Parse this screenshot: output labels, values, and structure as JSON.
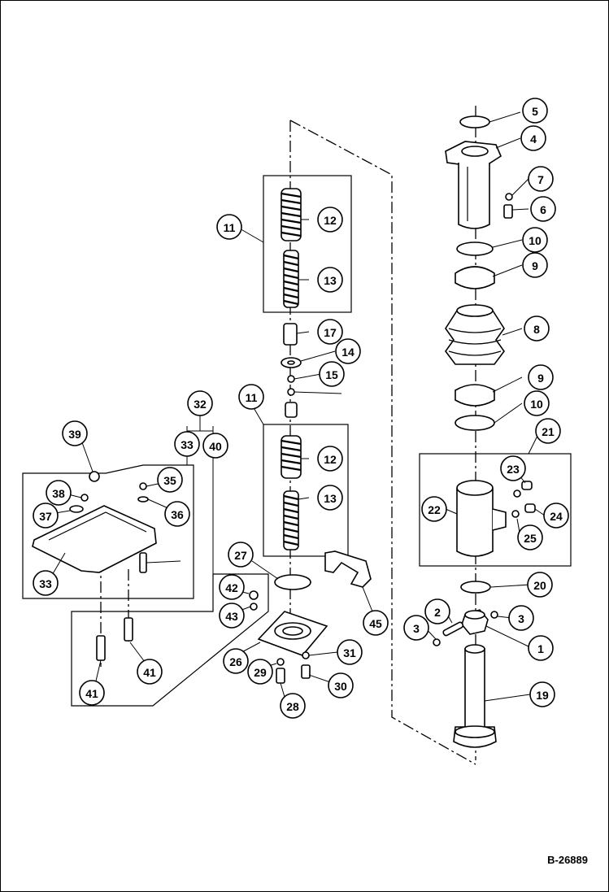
{
  "drawing_reference": "B-26889",
  "callouts": [
    {
      "label": "1"
    },
    {
      "label": "2"
    },
    {
      "label": "3"
    },
    {
      "label": "3"
    },
    {
      "label": "4"
    },
    {
      "label": "5"
    },
    {
      "label": "6"
    },
    {
      "label": "7"
    },
    {
      "label": "8"
    },
    {
      "label": "9"
    },
    {
      "label": "9"
    },
    {
      "label": "10"
    },
    {
      "label": "10"
    },
    {
      "label": "11"
    },
    {
      "label": "11"
    },
    {
      "label": "12"
    },
    {
      "label": "12"
    },
    {
      "label": "13"
    },
    {
      "label": "13"
    },
    {
      "label": "14"
    },
    {
      "label": "15"
    },
    {
      "label": "17"
    },
    {
      "label": "19"
    },
    {
      "label": "20"
    },
    {
      "label": "21"
    },
    {
      "label": "22"
    },
    {
      "label": "23"
    },
    {
      "label": "24"
    },
    {
      "label": "25"
    },
    {
      "label": "26"
    },
    {
      "label": "27"
    },
    {
      "label": "28"
    },
    {
      "label": "29"
    },
    {
      "label": "30"
    },
    {
      "label": "31"
    },
    {
      "label": "32"
    },
    {
      "label": "33"
    },
    {
      "label": "33"
    },
    {
      "label": "35"
    },
    {
      "label": "36"
    },
    {
      "label": "37"
    },
    {
      "label": "38"
    },
    {
      "label": "39"
    },
    {
      "label": "40"
    },
    {
      "label": "41"
    },
    {
      "label": "41"
    },
    {
      "label": "42"
    },
    {
      "label": "43"
    },
    {
      "label": "45"
    }
  ]
}
